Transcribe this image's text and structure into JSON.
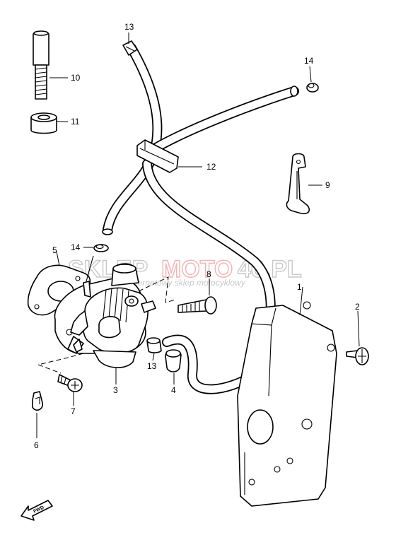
{
  "watermark": {
    "brand_left": "SKLEP",
    "brand_mid": "MOTO",
    "brand_right": "46.PL",
    "tagline": "internetowy sklep motocyklowy"
  },
  "fwd_label": "FWD",
  "callouts": [
    {
      "id": "c1",
      "label": "1"
    },
    {
      "id": "c2",
      "label": "2"
    },
    {
      "id": "c3",
      "label": "3"
    },
    {
      "id": "c4",
      "label": "4"
    },
    {
      "id": "c5",
      "label": "5"
    },
    {
      "id": "c6",
      "label": "6"
    },
    {
      "id": "c7",
      "label": "7"
    },
    {
      "id": "c8",
      "label": "8"
    },
    {
      "id": "c9",
      "label": "9"
    },
    {
      "id": "c10",
      "label": "10"
    },
    {
      "id": "c11",
      "label": "11"
    },
    {
      "id": "c12",
      "label": "12"
    },
    {
      "id": "c13a",
      "label": "13"
    },
    {
      "id": "c13b",
      "label": "13"
    },
    {
      "id": "c14a",
      "label": "14"
    },
    {
      "id": "c14b",
      "label": "14"
    }
  ]
}
